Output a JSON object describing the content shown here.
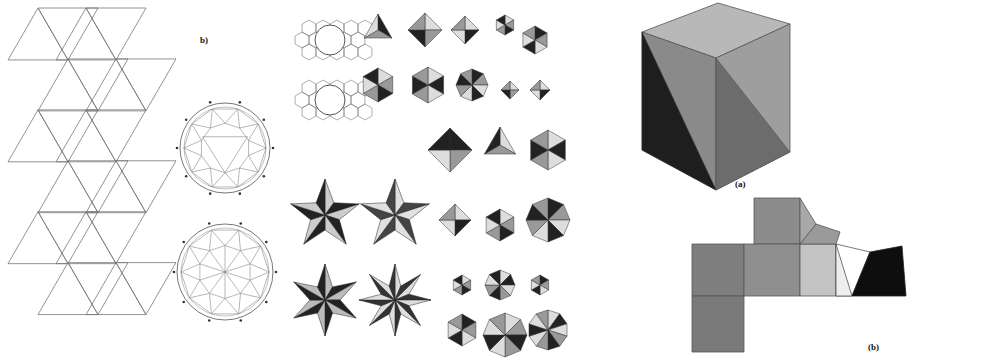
{
  "diagram": {
    "labels": [
      "b)",
      "(a)",
      "(b)"
    ]
  }
}
